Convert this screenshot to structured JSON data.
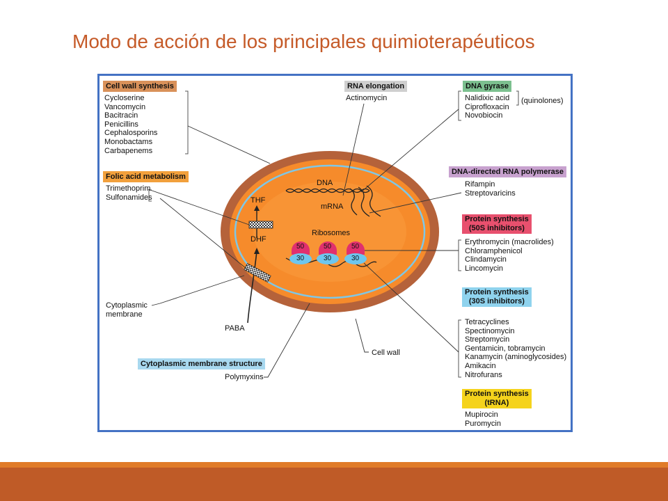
{
  "slide": {
    "title": "Modo de acción de los principales quimioterapéuticos"
  },
  "colors": {
    "title": "#c55a28",
    "frame": "#4472c4",
    "stripe_light": "#e07b28",
    "stripe_dark": "#bf5b27"
  },
  "diagram": {
    "groups": {
      "cell_wall": {
        "heading": "Cell wall synthesis",
        "color": "#d9915a",
        "drugs": [
          "Cycloserine",
          "Vancomycin",
          "Bacitracin",
          "Penicillins",
          "Cephalosporins",
          "Monobactams",
          "Carbapenems"
        ]
      },
      "rna": {
        "heading": "RNA elongation",
        "color": "#cfcfcf",
        "drugs": [
          "Actinomycin"
        ]
      },
      "gyrase": {
        "heading": "DNA gyrase",
        "color": "#7cc08f",
        "drugs": [
          "Nalidixic acid",
          "Ciprofloxacin",
          "Novobiocin"
        ],
        "bracket_note": "(quinolones)"
      },
      "folic": {
        "heading": "Folic acid metabolism",
        "color": "#f2a03c",
        "drugs": [
          "Trimethoprim",
          "Sulfonamides"
        ]
      },
      "rnap": {
        "heading": "DNA-directed RNA polymerase",
        "color": "#c8a2cf",
        "drugs": [
          "Rifampin",
          "Streptovaricins"
        ]
      },
      "p50": {
        "heading_1": "Protein synthesis",
        "heading_2": "(50S inhibitors)",
        "color": "#e8506e",
        "drugs": [
          "Erythromycin (macrolides)",
          "Chloramphenicol",
          "Clindamycin",
          "Lincomycin"
        ]
      },
      "p30": {
        "heading_1": "Protein synthesis",
        "heading_2": "(30S inhibitors)",
        "color": "#8fd3ee",
        "drugs": [
          "Tetracyclines",
          "Spectinomycin",
          "Streptomycin",
          "Gentamicin, tobramycin",
          "Kanamycin (aminoglycosides)",
          "Amikacin",
          "Nitrofurans"
        ]
      },
      "membrane": {
        "heading": "Cytoplasmic membrane structure",
        "color": "#a8d8ef",
        "drugs": [
          "Polymyxins"
        ]
      },
      "trna": {
        "heading_1": "Protein synthesis",
        "heading_2": "(tRNA)",
        "color": "#f5d31c",
        "drugs": [
          "Mupirocin",
          "Puromycin"
        ]
      }
    },
    "cell": {
      "wall_color": "#b5623a",
      "interior_color": "#f68b2b",
      "membrane_color": "#7fc7e6",
      "labels": {
        "dna": "DNA",
        "mrna": "mRNA",
        "thf": "THF",
        "dhf": "DHF",
        "paba": "PABA",
        "ribosomes": "Ribosomes",
        "large_subunit": "50",
        "small_subunit": "30",
        "cytoplasmic_membrane_1": "Cytoplasmic",
        "cytoplasmic_membrane_2": "membrane",
        "cell_wall": "Cell wall"
      },
      "ribosome_large_color": "#e0306e",
      "ribosome_small_color": "#6ec6ee"
    }
  }
}
